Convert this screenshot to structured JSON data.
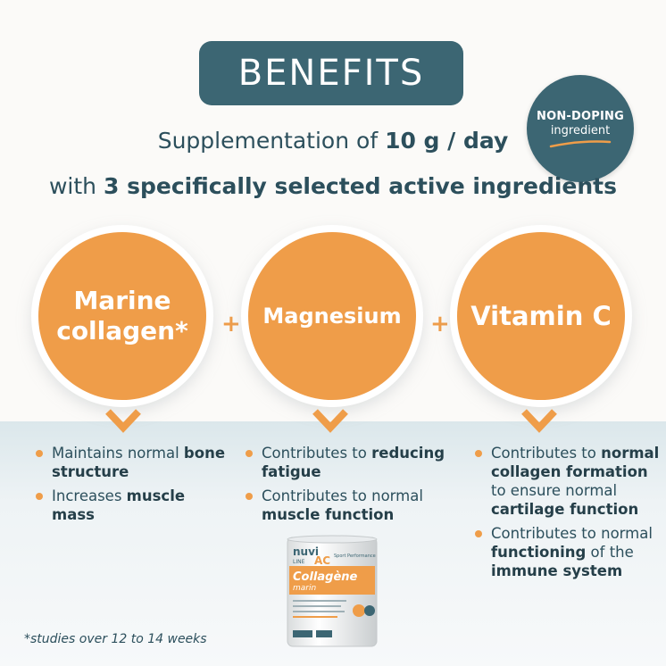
{
  "header": {
    "title": "BENEFITS",
    "badge_line1": "NON-DOPING",
    "badge_line2": "ingredient"
  },
  "subtitle": {
    "line1_pre": "Supplementation of ",
    "line1_bold": "10 g / day",
    "line2_pre": "with ",
    "line2_bold": "3 specifically selected active ingredients"
  },
  "ingredients": [
    {
      "name_line1": "Marine",
      "name_line2": "collagen*"
    },
    {
      "name": "Magnesium"
    },
    {
      "name": "Vitamin C"
    }
  ],
  "plus_symbol": "+",
  "benefits": {
    "col1": [
      {
        "pre": "Maintains normal ",
        "bold": "bone structure",
        "post": ""
      },
      {
        "pre": "Increases ",
        "bold": "muscle mass",
        "post": ""
      }
    ],
    "col2": [
      {
        "pre": "Contributes to ",
        "bold": "reducing fatigue",
        "post": ""
      },
      {
        "pre": "Contributes to normal ",
        "bold": "muscle function",
        "post": ""
      }
    ],
    "col3": [
      {
        "pre": "Contributes to ",
        "bold": "normal collagen formation",
        "mid": " to ensure normal ",
        "bold2": "cartilage function"
      },
      {
        "pre": "Contributes to normal ",
        "bold": "functioning",
        "mid": " of the ",
        "bold2": "immune system"
      }
    ]
  },
  "product": {
    "brand": "nuvi",
    "line": "LINE",
    "line_ac": "AC",
    "tag": "Sport Performance",
    "name": "Collagène",
    "sub": "marin"
  },
  "footnote": "*studies over 12 to 14 weeks",
  "colors": {
    "accent_orange": "#ef9d49",
    "brand_teal": "#3c6673",
    "text_dark": "#2c4f5c"
  }
}
